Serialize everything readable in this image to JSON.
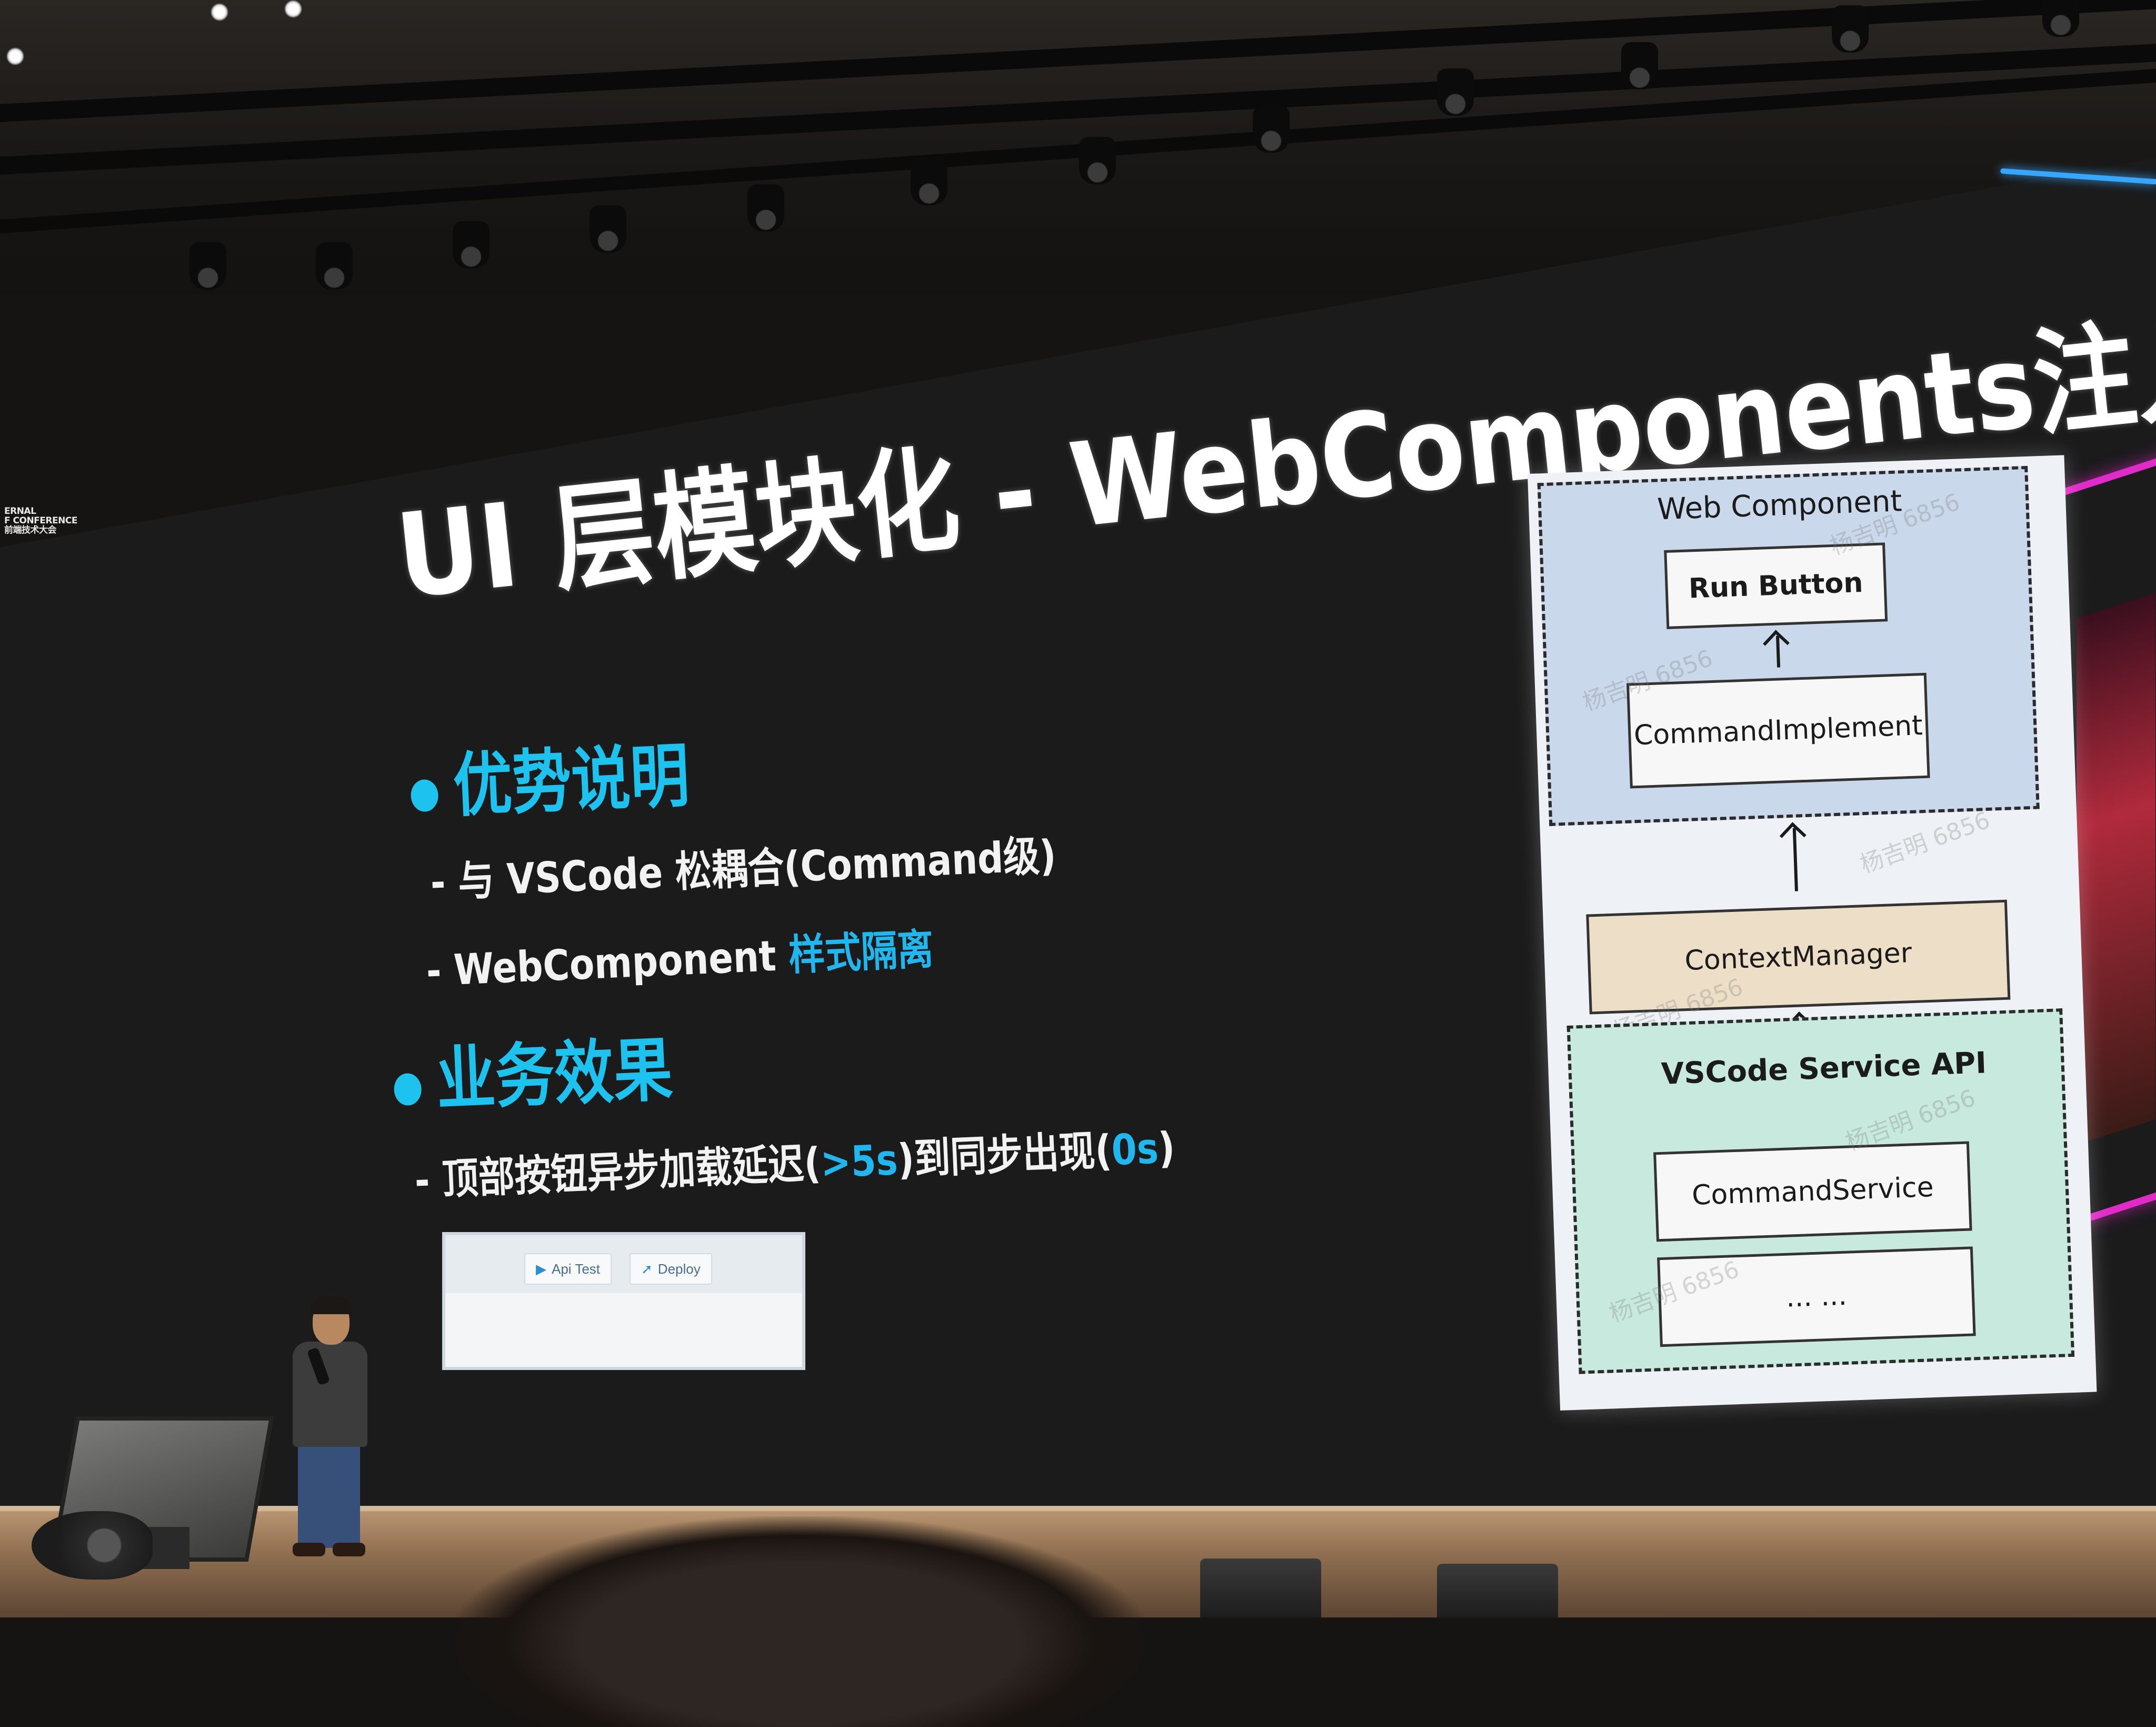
{
  "slide": {
    "title": "UI 层模块化 - WebComponents注入方式",
    "conference_logo_lines": [
      "ERNAL",
      "F CONFERENCE",
      "前端技术大会"
    ],
    "section1": {
      "heading": "优势说明",
      "items": [
        {
          "prefix": "- 与 VSCode 松耦合(Command级)",
          "highlight": ""
        },
        {
          "prefix": "- WebComponent ",
          "highlight": "样式隔离"
        }
      ]
    },
    "section2": {
      "heading": "业务效果",
      "result": {
        "part1": "- 顶部按钮异步加载延迟(",
        "hl1": ">5s",
        "part2": ")到同步出现(",
        "hl2": "0s",
        "part3": ")"
      }
    },
    "thumbnail": {
      "buttons": [
        {
          "icon": "play-icon",
          "label": "Api Test"
        },
        {
          "icon": "rocket-icon",
          "label": "Deploy"
        }
      ]
    },
    "diagram": {
      "web_component_label": "Web Component",
      "run_button": "Run Button",
      "command_implement": "CommandImplement",
      "context_manager": "ContextManager",
      "vscode_service_label": "VSCode Service API",
      "command_service": "CommandService",
      "ellipsis": "... ...",
      "watermark": "杨吉明 6856"
    }
  },
  "colors": {
    "accent_cyan": "#1ec2ee",
    "title_white": "#ffffff",
    "web_component_fill": "#c9d8ea",
    "context_manager_fill": "#eddfc7",
    "vscode_service_fill": "#c8e9dd",
    "side_pink": "#e02bc8"
  }
}
